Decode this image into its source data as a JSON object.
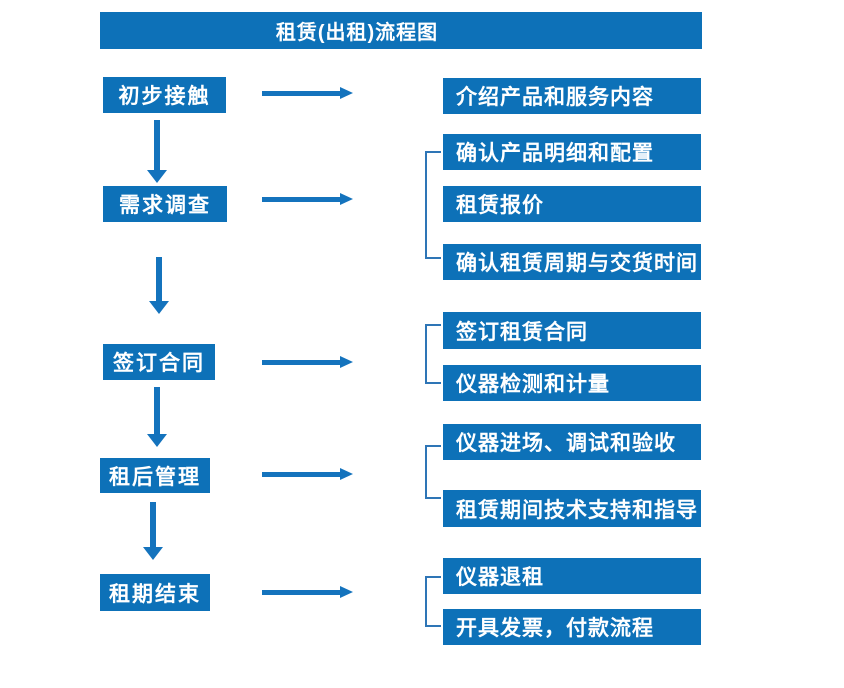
{
  "title": "租赁(出租)流程图",
  "colors": {
    "box_blue": "#0d71b8",
    "arrow_blue": "#1473bd",
    "bracket_blue": "#2e75b6",
    "text": "#ffffff",
    "background": "#ffffff"
  },
  "flow": {
    "steps": [
      {
        "label": "初步接触",
        "details": [
          "介绍产品和服务内容"
        ]
      },
      {
        "label": "需求调查",
        "details": [
          "确认产品明细和配置",
          "租赁报价",
          "确认租赁周期与交货时间"
        ]
      },
      {
        "label": "签订合同",
        "details": [
          "签订租赁合同",
          "仪器检测和计量"
        ]
      },
      {
        "label": "租后管理",
        "details": [
          "仪器进场、调试和验收",
          "租赁期间技术支持和指导"
        ]
      },
      {
        "label": "租期结束",
        "details": [
          "仪器退租",
          "开具发票，付款流程"
        ]
      }
    ]
  }
}
